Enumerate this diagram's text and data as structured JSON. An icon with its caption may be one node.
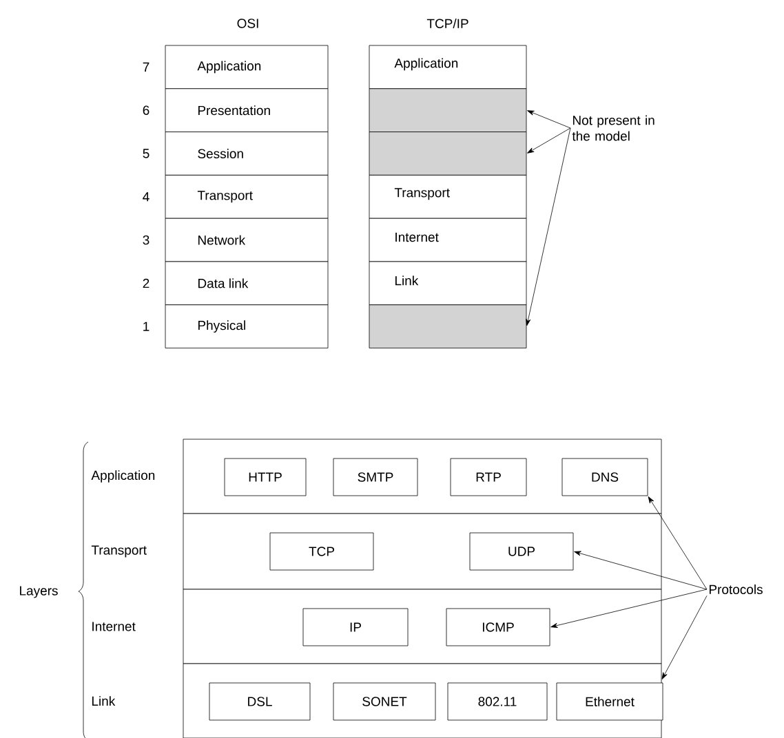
{
  "diagram": {
    "nodes": [
      {
        "text": [
          "Application"
        ],
        "beside": [
          "7"
        ]
      },
      {
        "text": [
          "Presentation"
        ],
        "beside": [
          "6"
        ]
      },
      {
        "text": [
          "Session"
        ],
        "beside": [
          "5"
        ]
      },
      {
        "text": [
          "Transport"
        ],
        "beside": [
          "4"
        ]
      },
      {
        "text": [
          "Network"
        ],
        "beside": [
          "3"
        ]
      },
      {
        "text": [
          "Data link"
        ],
        "beside": [
          "2"
        ]
      },
      {
        "text": [
          "Physical"
        ],
        "beside": [
          "1"
        ]
      },
      {
        "text": [
          "Application"
        ]
      },
      {
        "text": [],
        "shape": "box"
      },
      {
        "text": [],
        "shape": "box"
      },
      {
        "text": [
          "Transport"
        ]
      },
      {
        "text": [
          "Internet"
        ]
      },
      {
        "text": [
          "Link"
        ]
      },
      {
        "text": [],
        "shape": "box"
      },
      {
        "text": [
          "Not present in the model"
        ]
      },
      {
        "text": [],
        "shape": "band"
      },
      {
        "text": [
          "HTTP"
        ],
        "in": 15
      },
      {
        "text": [
          "SMTP"
        ],
        "in": 15
      },
      {
        "text": [
          "RTP"
        ],
        "in": 15
      },
      {
        "text": [
          "DNS"
        ],
        "in": 15
      },
      {
        "text": [],
        "shape": "band"
      },
      {
        "text": [
          "TCP"
        ],
        "in": 20
      },
      {
        "text": [
          "UDP"
        ],
        "in": 20
      },
      {
        "text": [],
        "shape": "band"
      },
      {
        "text": [
          "IP"
        ],
        "in": 23
      },
      {
        "text": [
          "ICMP"
        ],
        "in": 23
      },
      {
        "text": [],
        "shape": "band"
      },
      {
        "text": [
          "DSL"
        ],
        "in": 26
      },
      {
        "text": [
          "SONET"
        ],
        "in": 26
      },
      {
        "text": [
          "802.11"
        ],
        "in": 26
      },
      {
        "text": [
          "Ethernet"
        ],
        "in": 26
      },
      {
        "text": [
          "Protocols"
        ]
      }
    ],
    "edges": [
      {
        "from": 14,
        "to": 8,
        "arrow": "to"
      },
      {
        "from": 14,
        "to": 9,
        "arrow": "to"
      },
      {
        "from": 14,
        "to": 13,
        "arrow": "to"
      },
      {
        "from": 31,
        "to": 19,
        "arrow": "to"
      },
      {
        "from": 31,
        "to": 22,
        "arrow": "to"
      },
      {
        "from": 31,
        "to": 25,
        "arrow": "to"
      },
      {
        "from": 31,
        "to": 26,
        "arrow": "to"
      }
    ],
    "labels": [
      "OSI",
      "TCP/IP",
      "Application",
      "Transport",
      "Internet",
      "Link",
      "Layers"
    ]
  }
}
